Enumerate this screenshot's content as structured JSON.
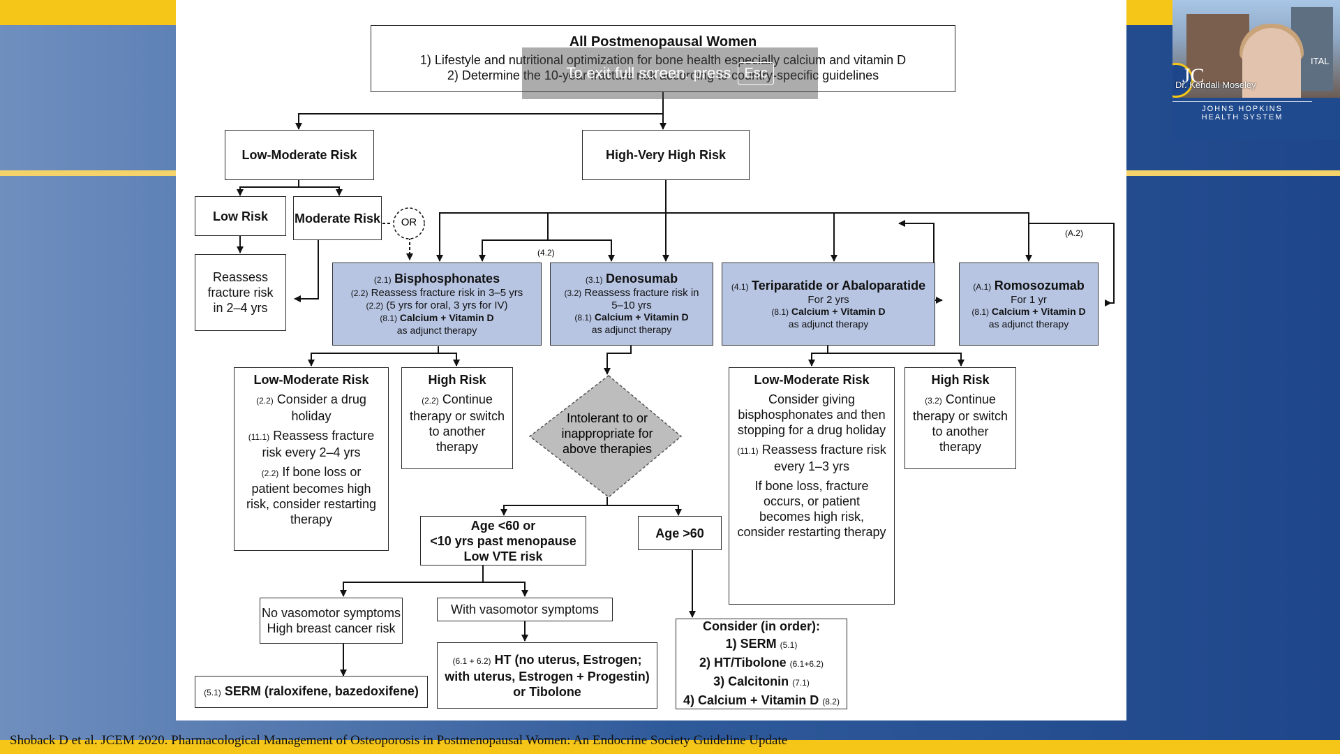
{
  "overlay": {
    "text": "To exit full screen, press",
    "key": "Esc"
  },
  "video": {
    "speaker_name": "Dr. Kendall Moseley",
    "logo_text": "JC",
    "org_line1": "JOHNS HOPKINS",
    "org_line2": "HEALTH SYSTEM",
    "background_partial_text": "ITAL"
  },
  "citation": "Shoback D et al. JCEM 2020. Pharmacological Management of Osteoporosis in Postmenopausal Women: An Endocrine Society Guideline Update",
  "flow": {
    "top": {
      "title": "All Postmenopausal Women",
      "line1": "1) Lifestyle and nutritional optimization for bone health especially calcium and vitamin D",
      "line2": "2) Determine the 10-year fracture risk according to country-specific guidelines"
    },
    "low_mod_risk": "Low-Moderate Risk",
    "high_very_high": "High-Very High Risk",
    "low_risk": "Low Risk",
    "moderate_risk": "Moderate Risk",
    "or_label": "OR",
    "reassess": "Reassess fracture risk in 2–4 yrs",
    "label_42": "(4.2)",
    "label_a2": "(A.2)",
    "bisphos": {
      "ref": "(2.1)",
      "title": "Bisphosphonates",
      "l1_ref": "(2.2)",
      "l1": "Reassess fracture risk in 3–5 yrs",
      "l2_ref": "(2.2)",
      "l2": "(5 yrs for oral, 3 yrs for IV)",
      "l3_ref": "(8.1)",
      "l3": "Calcium + Vitamin D",
      "l4": "as adjunct therapy"
    },
    "denos": {
      "ref": "(3.1)",
      "title": "Denosumab",
      "l1_ref": "(3.2)",
      "l1": "Reassess fracture risk in",
      "l2": "5–10 yrs",
      "l3_ref": "(8.1)",
      "l3": "Calcium + Vitamin D",
      "l4": "as adjunct therapy"
    },
    "teri": {
      "ref": "(4.1)",
      "title": "Teriparatide or Abaloparatide",
      "l1": "For 2 yrs",
      "l2_ref": "(8.1)",
      "l2": "Calcium + Vitamin D",
      "l3": "as adjunct therapy"
    },
    "romo": {
      "ref": "(A.1)",
      "title": "Romosozumab",
      "l1": "For 1 yr",
      "l2_ref": "(8.1)",
      "l2": "Calcium + Vitamin D",
      "l3": "as adjunct therapy"
    },
    "bp_low": {
      "title": "Low-Moderate Risk",
      "p1_ref": "(2.2)",
      "p1": "Consider a drug holiday",
      "p2_ref": "(11.1)",
      "p2": "Reassess fracture risk every 2–4 yrs",
      "p3_ref": "(2.2)",
      "p3": "If bone loss or patient becomes high risk, consider restarting therapy"
    },
    "bp_high": {
      "title": "High Risk",
      "p1_ref": "(2.2)",
      "p1": "Continue therapy or switch to another therapy"
    },
    "intolerant": "Intolerant to or inappropriate for above therapies",
    "age_lt60": {
      "l1": "Age <60 or",
      "l2": "<10 yrs past menopause",
      "l3": "Low VTE risk"
    },
    "age_gt60": "Age >60",
    "no_vaso": {
      "l1": "No vasomotor symptoms",
      "l2": "High breast cancer risk"
    },
    "with_vaso": "With vasomotor symptoms",
    "serm": {
      "ref": "(5.1)",
      "text": "SERM (raloxifene, bazedoxifene)"
    },
    "ht": {
      "ref": "(6.1 + 6.2)",
      "l1": "HT (no uterus, Estrogen;",
      "l2": "with uterus, Estrogen + Progestin)",
      "l3": "or Tibolone"
    },
    "consider": {
      "title": "Consider (in order):",
      "i1": "1) SERM",
      "i1_ref": "(5.1)",
      "i2": "2) HT/Tibolone",
      "i2_ref": "(6.1+6.2)",
      "i3": "3) Calcitonin",
      "i3_ref": "(7.1)",
      "i4": "4) Calcium + Vitamin D",
      "i4_ref": "(8.2)"
    },
    "ana_low": {
      "title": "Low-Moderate Risk",
      "p1": "Consider giving bisphosphonates and then stopping for a drug holiday",
      "p2_ref": "(11.1)",
      "p2": "Reassess fracture risk every 1–3 yrs",
      "p3": "If bone loss, fracture occurs, or patient becomes high risk, consider restarting therapy"
    },
    "ana_high": {
      "title": "High Risk",
      "p1_ref": "(3.2)",
      "p1": "Continue therapy or switch to another therapy"
    }
  }
}
